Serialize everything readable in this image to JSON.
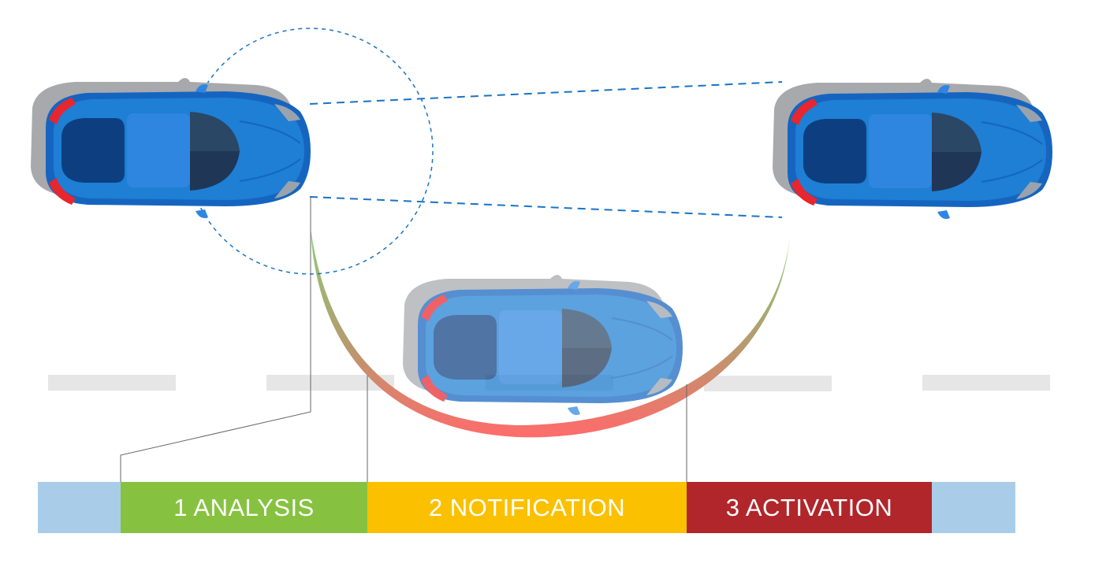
{
  "colors": {
    "car_body": "#1565c0",
    "car_body_light": "#1e7fd4",
    "car_roof": "#2f86e0",
    "car_shadow": "#a7a9ad",
    "taillight": "#e8262e",
    "dashed_line": "#1a73c4",
    "lane_marking": "#e6e6e6",
    "edge_bar": "#a9cde8",
    "trajectory_start": "#8ccd7c",
    "trajectory_end": "#ff6b6b"
  },
  "icons": [
    "car-top-view-icon",
    "car-top-view-icon",
    "car-top-view-icon"
  ],
  "phases": [
    {
      "label": "1 ANALYSIS",
      "color": "#86c240"
    },
    {
      "label": "2 NOTIFICATION",
      "color": "#fbc000"
    },
    {
      "label": "3 ACTIVATION",
      "color": "#b0262b"
    }
  ]
}
